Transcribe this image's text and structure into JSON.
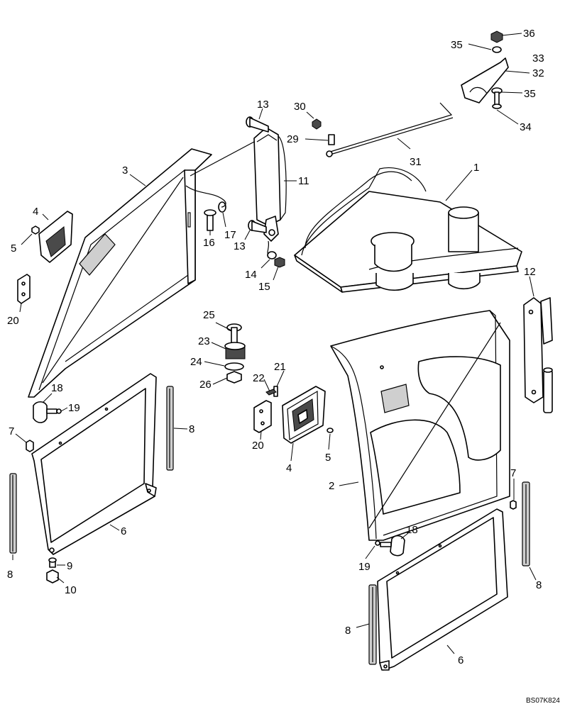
{
  "figure_code": "BS07K824",
  "callouts": [
    {
      "id": "c36",
      "text": "36"
    },
    {
      "id": "c35a",
      "text": "35"
    },
    {
      "id": "c33",
      "text": "33"
    },
    {
      "id": "c32",
      "text": "32"
    },
    {
      "id": "c35b",
      "text": "35"
    },
    {
      "id": "c34",
      "text": "34"
    },
    {
      "id": "c30",
      "text": "30"
    },
    {
      "id": "c13a",
      "text": "13"
    },
    {
      "id": "c29",
      "text": "29"
    },
    {
      "id": "c31",
      "text": "31"
    },
    {
      "id": "c1",
      "text": "1"
    },
    {
      "id": "c3",
      "text": "3"
    },
    {
      "id": "c11",
      "text": "11"
    },
    {
      "id": "c4a",
      "text": "4"
    },
    {
      "id": "c5a",
      "text": "5"
    },
    {
      "id": "c17",
      "text": "17"
    },
    {
      "id": "c16",
      "text": "16"
    },
    {
      "id": "c13b",
      "text": "13"
    },
    {
      "id": "c14",
      "text": "14"
    },
    {
      "id": "c15",
      "text": "15"
    },
    {
      "id": "c12",
      "text": "12"
    },
    {
      "id": "c20a",
      "text": "20"
    },
    {
      "id": "c25",
      "text": "25"
    },
    {
      "id": "c23",
      "text": "23"
    },
    {
      "id": "c24",
      "text": "24"
    },
    {
      "id": "c26",
      "text": "26"
    },
    {
      "id": "c22",
      "text": "22"
    },
    {
      "id": "c21",
      "text": "21"
    },
    {
      "id": "c18a",
      "text": "18"
    },
    {
      "id": "c19a",
      "text": "19"
    },
    {
      "id": "c7a",
      "text": "7"
    },
    {
      "id": "c8a",
      "text": "8"
    },
    {
      "id": "c20b",
      "text": "20"
    },
    {
      "id": "c4b",
      "text": "4"
    },
    {
      "id": "c5b",
      "text": "5"
    },
    {
      "id": "c2",
      "text": "2"
    },
    {
      "id": "c6a",
      "text": "6"
    },
    {
      "id": "c7b",
      "text": "7"
    },
    {
      "id": "c8b",
      "text": "8"
    },
    {
      "id": "c9",
      "text": "9"
    },
    {
      "id": "c10",
      "text": "10"
    },
    {
      "id": "c18b",
      "text": "18"
    },
    {
      "id": "c19b",
      "text": "19"
    },
    {
      "id": "c8c",
      "text": "8"
    },
    {
      "id": "c8d",
      "text": "8"
    },
    {
      "id": "c6b",
      "text": "6"
    }
  ]
}
